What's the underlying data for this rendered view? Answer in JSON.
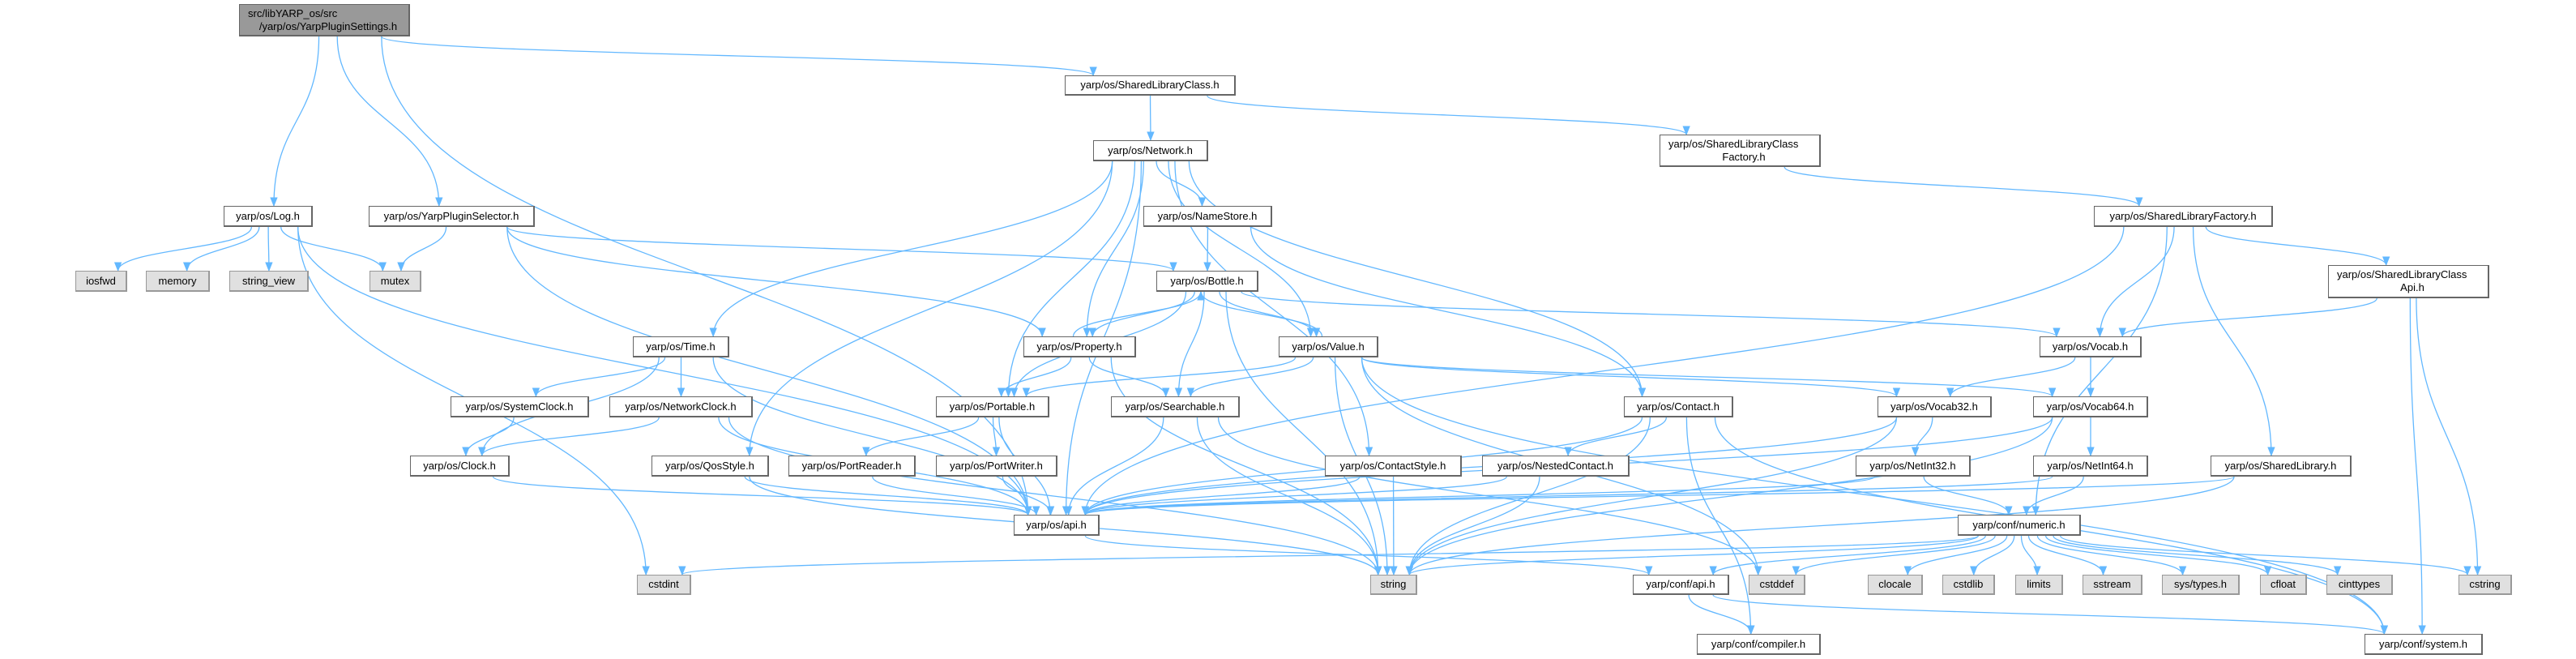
{
  "colors": {
    "edge": "#63b8ff",
    "root_fill": "#999999",
    "system_fill": "#e0e0e0",
    "node_fill": "#ffffff"
  },
  "nodes": {
    "root": {
      "lines": [
        "src/libYARP_os/src",
        "/yarp/os/YarpPluginSettings.h"
      ],
      "kind": "root"
    },
    "slclass": {
      "lines": [
        "yarp/os/SharedLibraryClass.h"
      ]
    },
    "network": {
      "lines": [
        "yarp/os/Network.h"
      ]
    },
    "slcfactory": {
      "lines": [
        "yarp/os/SharedLibraryClass",
        "Factory.h"
      ]
    },
    "log": {
      "lines": [
        "yarp/os/Log.h"
      ]
    },
    "selector": {
      "lines": [
        "yarp/os/YarpPluginSelector.h"
      ]
    },
    "namestore": {
      "lines": [
        "yarp/os/NameStore.h"
      ]
    },
    "slfactory": {
      "lines": [
        "yarp/os/SharedLibraryFactory.h"
      ]
    },
    "iosfwd": {
      "lines": [
        "iosfwd"
      ],
      "kind": "sys"
    },
    "memory": {
      "lines": [
        "memory"
      ],
      "kind": "sys"
    },
    "string_view": {
      "lines": [
        "string_view"
      ],
      "kind": "sys"
    },
    "mutex": {
      "lines": [
        "mutex"
      ],
      "kind": "sys"
    },
    "bottle": {
      "lines": [
        "yarp/os/Bottle.h"
      ]
    },
    "slcapi": {
      "lines": [
        "yarp/os/SharedLibraryClass",
        "Api.h"
      ]
    },
    "time": {
      "lines": [
        "yarp/os/Time.h"
      ]
    },
    "property": {
      "lines": [
        "yarp/os/Property.h"
      ]
    },
    "value": {
      "lines": [
        "yarp/os/Value.h"
      ]
    },
    "vocab": {
      "lines": [
        "yarp/os/Vocab.h"
      ]
    },
    "systemclock": {
      "lines": [
        "yarp/os/SystemClock.h"
      ]
    },
    "networkclock": {
      "lines": [
        "yarp/os/NetworkClock.h"
      ]
    },
    "portable": {
      "lines": [
        "yarp/os/Portable.h"
      ]
    },
    "searchable": {
      "lines": [
        "yarp/os/Searchable.h"
      ]
    },
    "contact": {
      "lines": [
        "yarp/os/Contact.h"
      ]
    },
    "vocab32": {
      "lines": [
        "yarp/os/Vocab32.h"
      ]
    },
    "vocab64": {
      "lines": [
        "yarp/os/Vocab64.h"
      ]
    },
    "clock": {
      "lines": [
        "yarp/os/Clock.h"
      ]
    },
    "qosstyle": {
      "lines": [
        "yarp/os/QosStyle.h"
      ]
    },
    "portreader": {
      "lines": [
        "yarp/os/PortReader.h"
      ]
    },
    "portwriter": {
      "lines": [
        "yarp/os/PortWriter.h"
      ]
    },
    "contactstyle": {
      "lines": [
        "yarp/os/ContactStyle.h"
      ]
    },
    "nestedcontact": {
      "lines": [
        "yarp/os/NestedContact.h"
      ]
    },
    "netint32": {
      "lines": [
        "yarp/os/NetInt32.h"
      ]
    },
    "netint64": {
      "lines": [
        "yarp/os/NetInt64.h"
      ]
    },
    "sharedlibrary": {
      "lines": [
        "yarp/os/SharedLibrary.h"
      ]
    },
    "osapi": {
      "lines": [
        "yarp/os/api.h"
      ]
    },
    "numeric": {
      "lines": [
        "yarp/conf/numeric.h"
      ]
    },
    "cstdint": {
      "lines": [
        "cstdint"
      ],
      "kind": "sys"
    },
    "string": {
      "lines": [
        "string"
      ],
      "kind": "sys"
    },
    "confapi": {
      "lines": [
        "yarp/conf/api.h"
      ]
    },
    "cstddef": {
      "lines": [
        "cstddef"
      ],
      "kind": "sys"
    },
    "clocale": {
      "lines": [
        "clocale"
      ],
      "kind": "sys"
    },
    "cstdlib": {
      "lines": [
        "cstdlib"
      ],
      "kind": "sys"
    },
    "limits": {
      "lines": [
        "limits"
      ],
      "kind": "sys"
    },
    "sstream": {
      "lines": [
        "sstream"
      ],
      "kind": "sys"
    },
    "systypes": {
      "lines": [
        "sys/types.h"
      ],
      "kind": "sys"
    },
    "cfloat": {
      "lines": [
        "cfloat"
      ],
      "kind": "sys"
    },
    "cinttypes": {
      "lines": [
        "cinttypes"
      ],
      "kind": "sys"
    },
    "cstring": {
      "lines": [
        "cstring"
      ],
      "kind": "sys"
    },
    "compiler": {
      "lines": [
        "yarp/conf/compiler.h"
      ]
    },
    "system": {
      "lines": [
        "yarp/conf/system.h"
      ]
    }
  },
  "edges": [
    [
      "root",
      "log"
    ],
    [
      "root",
      "selector"
    ],
    [
      "root",
      "slclass"
    ],
    [
      "root",
      "osapi"
    ],
    [
      "log",
      "iosfwd"
    ],
    [
      "log",
      "memory"
    ],
    [
      "log",
      "string_view"
    ],
    [
      "log",
      "mutex"
    ],
    [
      "log",
      "osapi"
    ],
    [
      "log",
      "cstdint"
    ],
    [
      "selector",
      "mutex"
    ],
    [
      "selector",
      "osapi"
    ],
    [
      "selector",
      "bottle"
    ],
    [
      "selector",
      "property"
    ],
    [
      "slclass",
      "network"
    ],
    [
      "slclass",
      "slcfactory"
    ],
    [
      "slcfactory",
      "slfactory"
    ],
    [
      "network",
      "time"
    ],
    [
      "network",
      "qosstyle"
    ],
    [
      "network",
      "portable"
    ],
    [
      "network",
      "property"
    ],
    [
      "network",
      "namestore"
    ],
    [
      "network",
      "value"
    ],
    [
      "network",
      "contactstyle"
    ],
    [
      "network",
      "contact"
    ],
    [
      "network",
      "osapi"
    ],
    [
      "namestore",
      "bottle"
    ],
    [
      "namestore",
      "contact"
    ],
    [
      "bottle",
      "property"
    ],
    [
      "bottle",
      "value"
    ],
    [
      "bottle",
      "portable"
    ],
    [
      "bottle",
      "searchable"
    ],
    [
      "bottle",
      "string"
    ],
    [
      "bottle",
      "vocab"
    ],
    [
      "property",
      "bottle"
    ],
    [
      "property",
      "portable"
    ],
    [
      "property",
      "searchable"
    ],
    [
      "property",
      "string"
    ],
    [
      "value",
      "bottle"
    ],
    [
      "value",
      "portable"
    ],
    [
      "value",
      "searchable"
    ],
    [
      "value",
      "string"
    ],
    [
      "value",
      "vocab32"
    ],
    [
      "value",
      "vocab64"
    ],
    [
      "value",
      "cstddef"
    ],
    [
      "value",
      "system"
    ],
    [
      "time",
      "systemclock"
    ],
    [
      "time",
      "networkclock"
    ],
    [
      "time",
      "clock"
    ],
    [
      "time",
      "osapi"
    ],
    [
      "systemclock",
      "clock"
    ],
    [
      "networkclock",
      "clock"
    ],
    [
      "networkclock",
      "osapi"
    ],
    [
      "networkclock",
      "string"
    ],
    [
      "clock",
      "osapi"
    ],
    [
      "qosstyle",
      "osapi"
    ],
    [
      "qosstyle",
      "string"
    ],
    [
      "portable",
      "portreader"
    ],
    [
      "portable",
      "portwriter"
    ],
    [
      "portable",
      "osapi"
    ],
    [
      "portreader",
      "osapi"
    ],
    [
      "portwriter",
      "osapi"
    ],
    [
      "searchable",
      "osapi"
    ],
    [
      "searchable",
      "string"
    ],
    [
      "searchable",
      "cstddef"
    ],
    [
      "contact",
      "nestedcontact"
    ],
    [
      "contact",
      "osapi"
    ],
    [
      "contact",
      "string"
    ],
    [
      "contact",
      "compiler"
    ],
    [
      "contact",
      "system"
    ],
    [
      "contactstyle",
      "osapi"
    ],
    [
      "contactstyle",
      "string"
    ],
    [
      "nestedcontact",
      "osapi"
    ],
    [
      "nestedcontact",
      "string"
    ],
    [
      "slfactory",
      "slcapi"
    ],
    [
      "slfactory",
      "vocab"
    ],
    [
      "slfactory",
      "sharedlibrary"
    ],
    [
      "slfactory",
      "osapi"
    ],
    [
      "slfactory",
      "numeric"
    ],
    [
      "slcapi",
      "vocab"
    ],
    [
      "slcapi",
      "cstring"
    ],
    [
      "slcapi",
      "system"
    ],
    [
      "vocab",
      "vocab32"
    ],
    [
      "vocab",
      "vocab64"
    ],
    [
      "vocab32",
      "netint32"
    ],
    [
      "vocab32",
      "osapi"
    ],
    [
      "vocab32",
      "string"
    ],
    [
      "vocab64",
      "netint64"
    ],
    [
      "vocab64",
      "osapi"
    ],
    [
      "vocab64",
      "string"
    ],
    [
      "netint32",
      "numeric"
    ],
    [
      "netint32",
      "osapi"
    ],
    [
      "netint64",
      "numeric"
    ],
    [
      "netint64",
      "osapi"
    ],
    [
      "sharedlibrary",
      "osapi"
    ],
    [
      "sharedlibrary",
      "string"
    ],
    [
      "osapi",
      "confapi"
    ],
    [
      "numeric",
      "cstdint"
    ],
    [
      "numeric",
      "string"
    ],
    [
      "numeric",
      "cstddef"
    ],
    [
      "numeric",
      "clocale"
    ],
    [
      "numeric",
      "cstdlib"
    ],
    [
      "numeric",
      "limits"
    ],
    [
      "numeric",
      "sstream"
    ],
    [
      "numeric",
      "systypes"
    ],
    [
      "numeric",
      "cfloat"
    ],
    [
      "numeric",
      "cinttypes"
    ],
    [
      "numeric",
      "cstring"
    ],
    [
      "numeric",
      "confapi"
    ],
    [
      "confapi",
      "compiler"
    ],
    [
      "confapi",
      "system"
    ]
  ]
}
